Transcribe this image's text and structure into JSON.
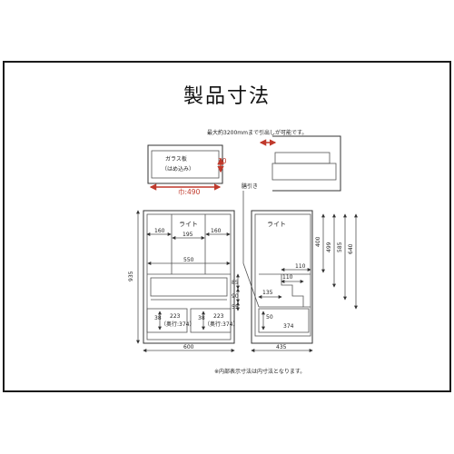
{
  "title": "製品寸法",
  "notes": {
    "drawer_pull": "最大約3200mmまで引出しが可能です。",
    "inner_dimensions": "※内部表示寸法は内寸法となります。"
  },
  "top_view": {
    "glass_label_line1": "ガラス板",
    "glass_label_line2": "（はめ込み）",
    "thickness": "30",
    "width": "巾:490"
  },
  "labels": {
    "sliding_board": "膳引き",
    "light_front": "ライト",
    "light_side": "ライト"
  },
  "front_view": {
    "dim_160_left": "160",
    "dim_195": "195",
    "dim_160_right": "160",
    "dim_550": "550",
    "dim_85": "85",
    "dim_90": "90",
    "dim_55": "55",
    "dim_height": "935",
    "dim_width": "600",
    "drawer_left_h": "38",
    "drawer_left_w": "223",
    "drawer_left_depth": "（奥行:374）",
    "drawer_right_h": "38",
    "drawer_right_w": "223",
    "drawer_right_depth": "（奥行:374）"
  },
  "side_view": {
    "dim_400": "400",
    "dim_499": "499",
    "dim_585": "585",
    "dim_640": "640",
    "dim_110_top": "110",
    "dim_110": "110",
    "dim_135": "135",
    "drawer_h": "50",
    "drawer_depth": "374",
    "dim_depth": "435"
  },
  "colors": {
    "accent": "#c0392b",
    "line": "#333333"
  }
}
